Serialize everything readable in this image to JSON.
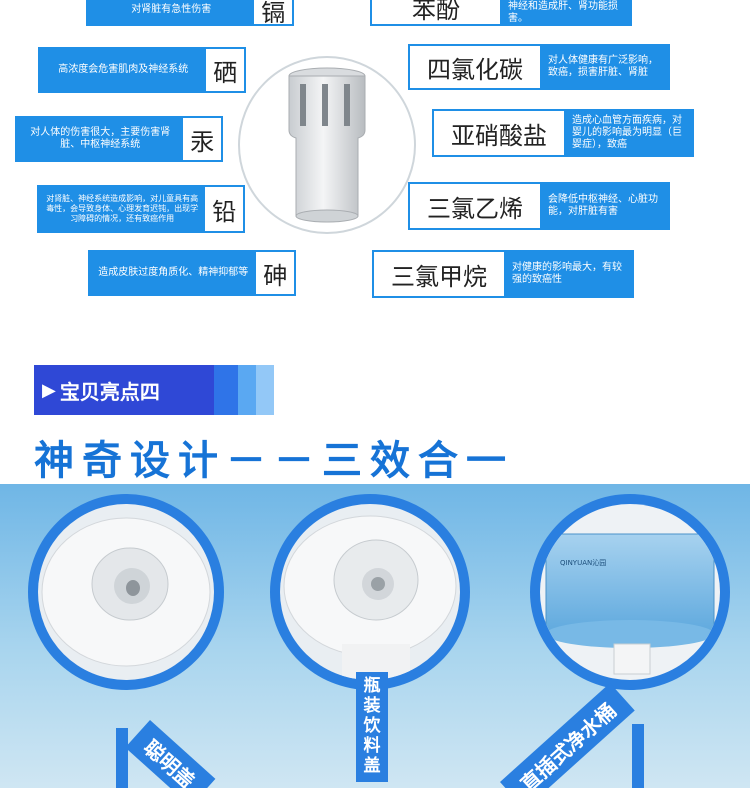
{
  "contaminants_left": [
    {
      "name": "镉",
      "desc": "对肾脏有急性伤害"
    },
    {
      "name": "硒",
      "desc": "高浓度会危害肌肉及神经系统"
    },
    {
      "name": "汞",
      "desc": "对人体的伤害很大，主要伤害肾脏、中枢神经系统"
    },
    {
      "name": "铅",
      "desc": "对肾脏、神经系统造成影响，对儿童具有高毒性，会导致身体、心理发育迟钝，出现学习障碍的情况，还有致癌作用"
    },
    {
      "name": "砷",
      "desc": "造成皮肤过度角质化、精神抑郁等"
    }
  ],
  "contaminants_right": [
    {
      "name": "苯酚",
      "desc": "的腐蚀作用，可抑制中枢神经和造成肝、肾功能损害。"
    },
    {
      "name": "四氯化碳",
      "desc": "对人体健康有广泛影响，致癌，损害肝脏、肾脏"
    },
    {
      "name": "亚硝酸盐",
      "desc": "造成心血管方面疾病，对婴儿的影响最为明显（巨婴症），致癌"
    },
    {
      "name": "三氯乙烯",
      "desc": "会降低中枢神经、心脏功能，对肝脏有害"
    },
    {
      "name": "三氯甲烷",
      "desc": "对健康的影响最大，有较强的致癌性"
    }
  ],
  "banner": {
    "label": "宝贝亮点四"
  },
  "headline": "神奇设计－－三效合一",
  "features": [
    {
      "label": "聪明盖"
    },
    {
      "label": "瓶装饮料盖"
    },
    {
      "label": "直插式净水桶"
    }
  ],
  "bucket_brand": "QINYUAN沁园",
  "colors": {
    "accent": "#1f8fe6",
    "banner": "#2f48d6",
    "headline": "#1673d6"
  }
}
